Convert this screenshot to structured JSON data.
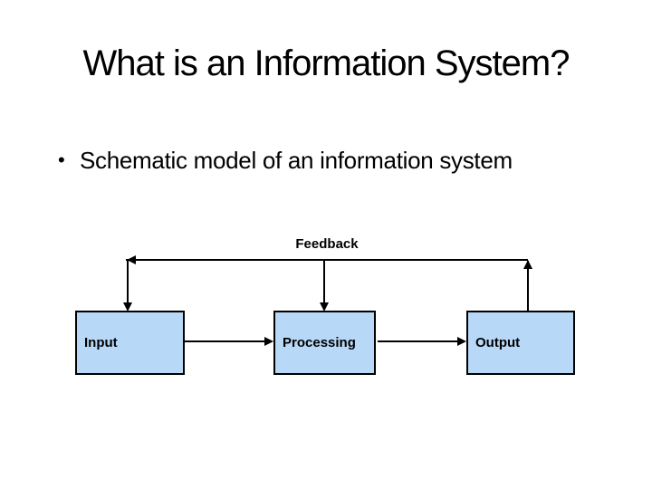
{
  "slide": {
    "title": "What is an Information System?",
    "bullet": {
      "marker": "•",
      "text": "Schematic model of an information system"
    }
  },
  "diagram": {
    "feedback_label": "Feedback",
    "boxes": [
      {
        "id": "input",
        "label": "Input"
      },
      {
        "id": "processing",
        "label": "Processing"
      },
      {
        "id": "output",
        "label": "Output"
      }
    ],
    "flow": [
      "Input -> Processing",
      "Processing -> Output",
      "Output -> Feedback -> Input",
      "Output -> Feedback -> Processing"
    ],
    "colors": {
      "box_fill": "#B7D8F6",
      "box_border": "#000000",
      "line": "#000000",
      "text": "#000000"
    }
  }
}
